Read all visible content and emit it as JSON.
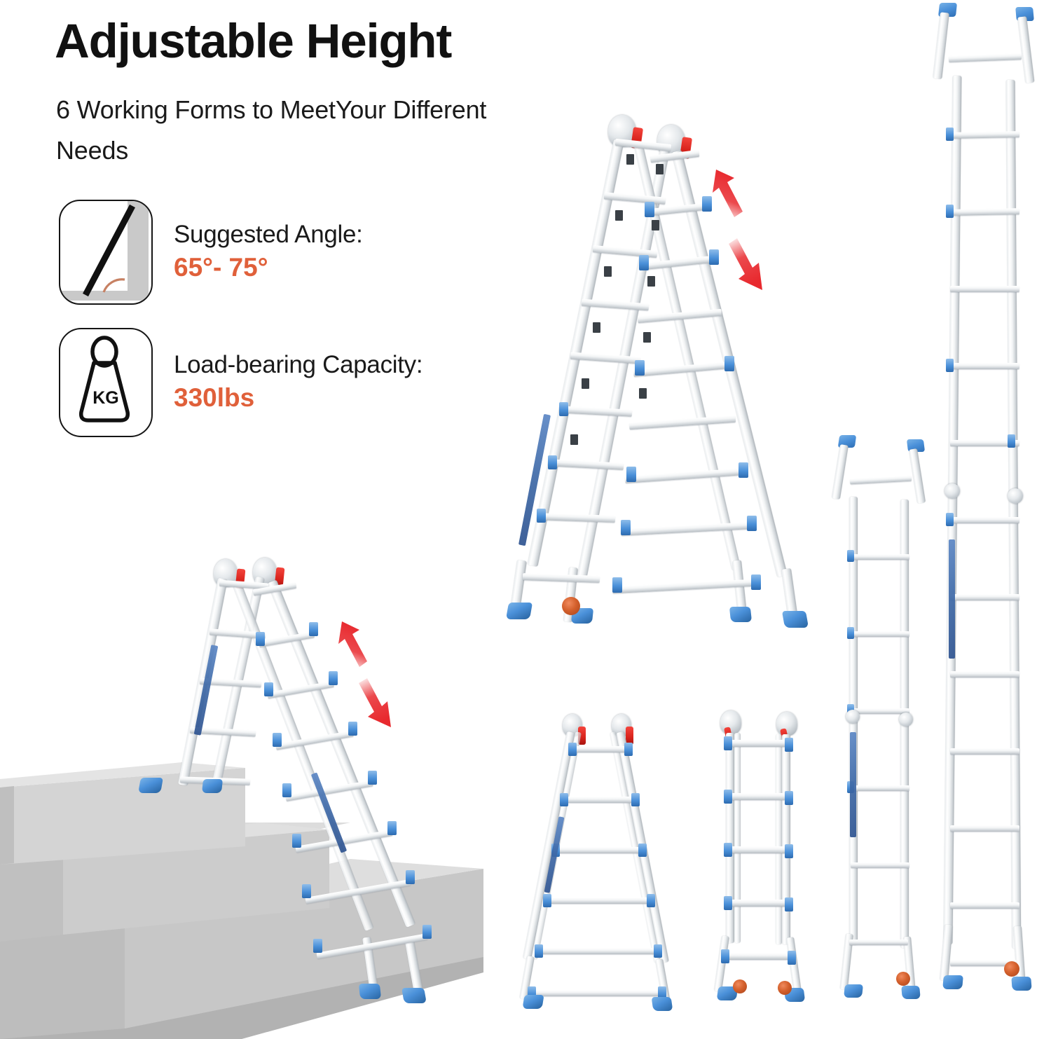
{
  "headline": "Adjustable Height",
  "subtitle": "6 Working Forms to MeetYour Different Needs",
  "features": [
    {
      "icon": "ladder-angle-icon",
      "label": "Suggested Angle:",
      "value": "65°- 75°"
    },
    {
      "icon": "weight-kg-icon",
      "label": "Load-bearing Capacity:",
      "value": "330lbs"
    }
  ],
  "icon_text": {
    "kg": "KG"
  },
  "colors": {
    "accent_orange": "#E0603A",
    "arrow_red": "#E8292E",
    "cap_blue": "#4A90D9",
    "wheel_orange": "#C94A22",
    "text_black": "#111111",
    "background": "#FFFFFF",
    "step_top_gray": "#DCDCDC",
    "step_front_gray": "#C4C4C4",
    "step_side_gray": "#B2B2B2"
  },
  "product_views": [
    {
      "name": "a-frame-ladder-on-stairs",
      "form": "A-frame on uneven stairs",
      "rungs": 7
    },
    {
      "name": "a-frame-ladder-large",
      "form": "Large A-frame step ladder",
      "rungs": 8
    },
    {
      "name": "extension-ladder-tall",
      "form": "Straight extension ladder",
      "rungs": 12
    },
    {
      "name": "a-frame-ladder-small",
      "form": "Compact A-frame",
      "rungs": 6
    },
    {
      "name": "folded-ladder-compact",
      "form": "Folded compact",
      "rungs": 5
    },
    {
      "name": "scaffold-ladder-mid",
      "form": "Mid straight ladder",
      "rungs": 6
    }
  ],
  "arrows": [
    {
      "name": "arrow-up-red",
      "direction": "up"
    },
    {
      "name": "arrow-down-red",
      "direction": "down"
    },
    {
      "name": "arrow-up-red-2",
      "direction": "up"
    },
    {
      "name": "arrow-down-red-2",
      "direction": "down"
    }
  ]
}
